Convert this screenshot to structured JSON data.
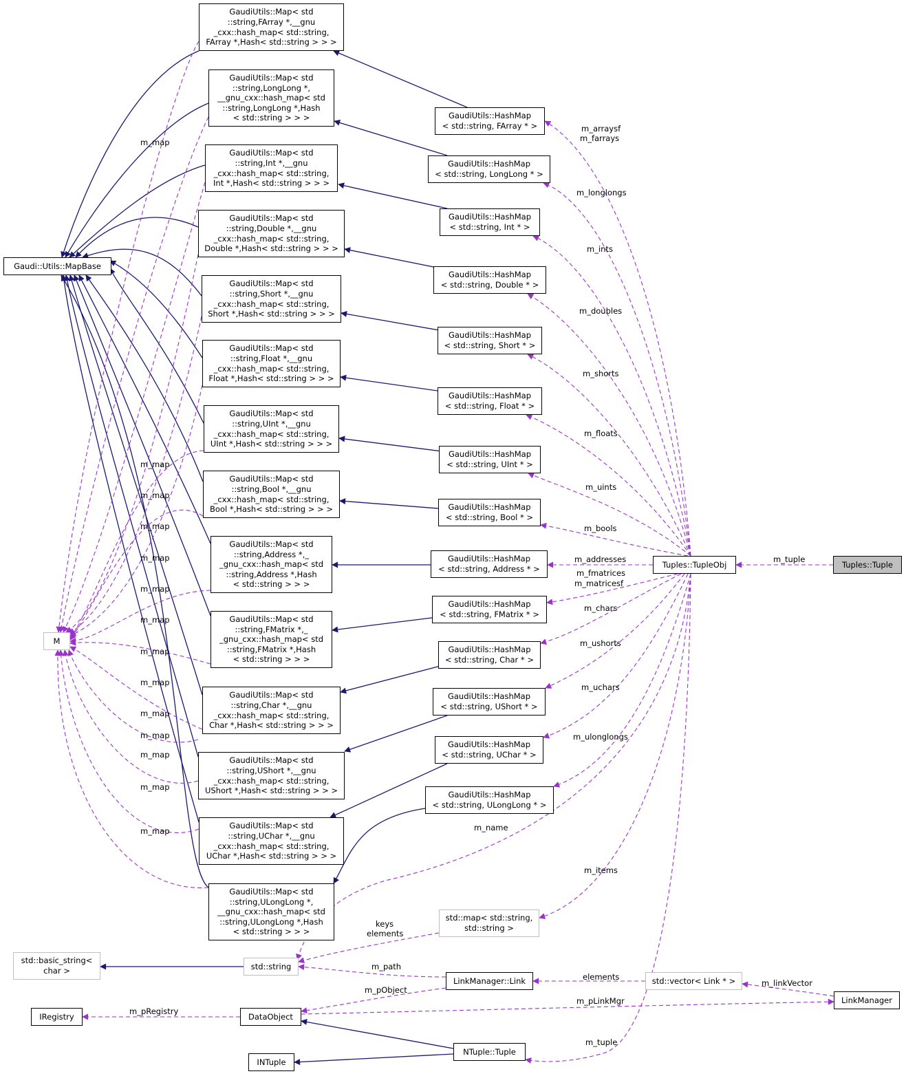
{
  "nodes": {
    "mapbase": "Gaudi::Utils::MapBase",
    "m": "M",
    "map_farray": "GaudiUtils::Map< std\n::string,FArray *,__gnu\n_cxx::hash_map< std::string,\nFArray *,Hash< std::string > > >",
    "map_longlong": "GaudiUtils::Map< std\n::string,LongLong *,\n__gnu_cxx::hash_map< std\n::string,LongLong *,Hash\n< std::string > > >",
    "map_int": "GaudiUtils::Map< std\n::string,Int *,__gnu\n_cxx::hash_map< std::string,\nInt *,Hash< std::string > > >",
    "map_double": "GaudiUtils::Map< std\n::string,Double *,__gnu\n_cxx::hash_map< std::string,\nDouble *,Hash< std::string > > >",
    "map_short": "GaudiUtils::Map< std\n::string,Short *,__gnu\n_cxx::hash_map< std::string,\nShort *,Hash< std::string > > >",
    "map_float": "GaudiUtils::Map< std\n::string,Float *,__gnu\n_cxx::hash_map< std::string,\nFloat *,Hash< std::string > > >",
    "map_uint": "GaudiUtils::Map< std\n::string,UInt *,__gnu\n_cxx::hash_map< std::string,\nUInt *,Hash< std::string > > >",
    "map_bool": "GaudiUtils::Map< std\n::string,Bool *,__gnu\n_cxx::hash_map< std::string,\nBool *,Hash< std::string > > >",
    "map_address": "GaudiUtils::Map< std\n::string,Address *,_\n_gnu_cxx::hash_map< std\n::string,Address *,Hash\n< std::string > > >",
    "map_fmatrix": "GaudiUtils::Map< std\n::string,FMatrix *,_\n_gnu_cxx::hash_map< std\n::string,FMatrix *,Hash\n< std::string > > >",
    "map_char": "GaudiUtils::Map< std\n::string,Char *,__gnu\n_cxx::hash_map< std::string,\nChar *,Hash< std::string > > >",
    "map_ushort": "GaudiUtils::Map< std\n::string,UShort *,__gnu\n_cxx::hash_map< std::string,\nUShort *,Hash< std::string > > >",
    "map_uchar": "GaudiUtils::Map< std\n::string,UChar *,__gnu\n_cxx::hash_map< std::string,\nUChar *,Hash< std::string > > >",
    "map_ulonglong": "GaudiUtils::Map< std\n::string,ULongLong *,\n__gnu_cxx::hash_map< std\n::string,ULongLong *,Hash\n< std::string > > >",
    "hm_farray": "GaudiUtils::HashMap\n< std::string, FArray * >",
    "hm_longlong": "GaudiUtils::HashMap\n< std::string, LongLong * >",
    "hm_int": "GaudiUtils::HashMap\n< std::string, Int * >",
    "hm_double": "GaudiUtils::HashMap\n< std::string, Double * >",
    "hm_short": "GaudiUtils::HashMap\n< std::string, Short * >",
    "hm_float": "GaudiUtils::HashMap\n< std::string, Float * >",
    "hm_uint": "GaudiUtils::HashMap\n< std::string, UInt * >",
    "hm_bool": "GaudiUtils::HashMap\n< std::string, Bool * >",
    "hm_address": "GaudiUtils::HashMap\n< std::string, Address * >",
    "hm_fmatrix": "GaudiUtils::HashMap\n< std::string, FMatrix * >",
    "hm_char": "GaudiUtils::HashMap\n< std::string, Char * >",
    "hm_ushort": "GaudiUtils::HashMap\n< std::string, UShort * >",
    "hm_uchar": "GaudiUtils::HashMap\n< std::string, UChar * >",
    "hm_ulonglong": "GaudiUtils::HashMap\n< std::string, ULongLong * >",
    "tupleobj": "Tuples::TupleObj",
    "tuple": "Tuples::Tuple",
    "stdmap": "std::map< std::string,\nstd::string >",
    "basic_string": "std::basic_string<\nchar >",
    "stdstring": "std::string",
    "link": "LinkManager::Link",
    "stdvector": "std::vector< Link * >",
    "linkmanager": "LinkManager",
    "iregistry": "IRegistry",
    "dataobject": "DataObject",
    "ntuple": "NTuple::Tuple",
    "intuple": "INTuple"
  },
  "edge_labels": {
    "m_map": "m_map",
    "m_arraysf": "m_arraysf",
    "m_farrays": "m_farrays",
    "m_longlongs": "m_longlongs",
    "m_ints": "m_ints",
    "m_doubles": "m_doubles",
    "m_shorts": "m_shorts",
    "m_floats": "m_floats",
    "m_uints": "m_uints",
    "m_bools": "m_bools",
    "m_addresses": "m_addresses",
    "m_fmatrices": "m_fmatrices",
    "m_matricesf": "m_matricesf",
    "m_chars": "m_chars",
    "m_ushorts": "m_ushorts",
    "m_uchars": "m_uchars",
    "m_ulonglongs": "m_ulonglongs",
    "m_name": "m_name",
    "m_items": "m_items",
    "keys": "keys",
    "elements": "elements",
    "m_path": "m_path",
    "m_pObject": "m_pObject",
    "m_pLinkMgr": "m_pLinkMgr",
    "m_pRegistry": "m_pRegistry",
    "m_linkVector": "m_linkVector",
    "m_tuple": "m_tuple"
  },
  "colors": {
    "inheritance": "#191970",
    "usage": "#9a32cd",
    "focus_fill": "#bfbfbf",
    "undocumented_border": "#bfbfbf"
  }
}
